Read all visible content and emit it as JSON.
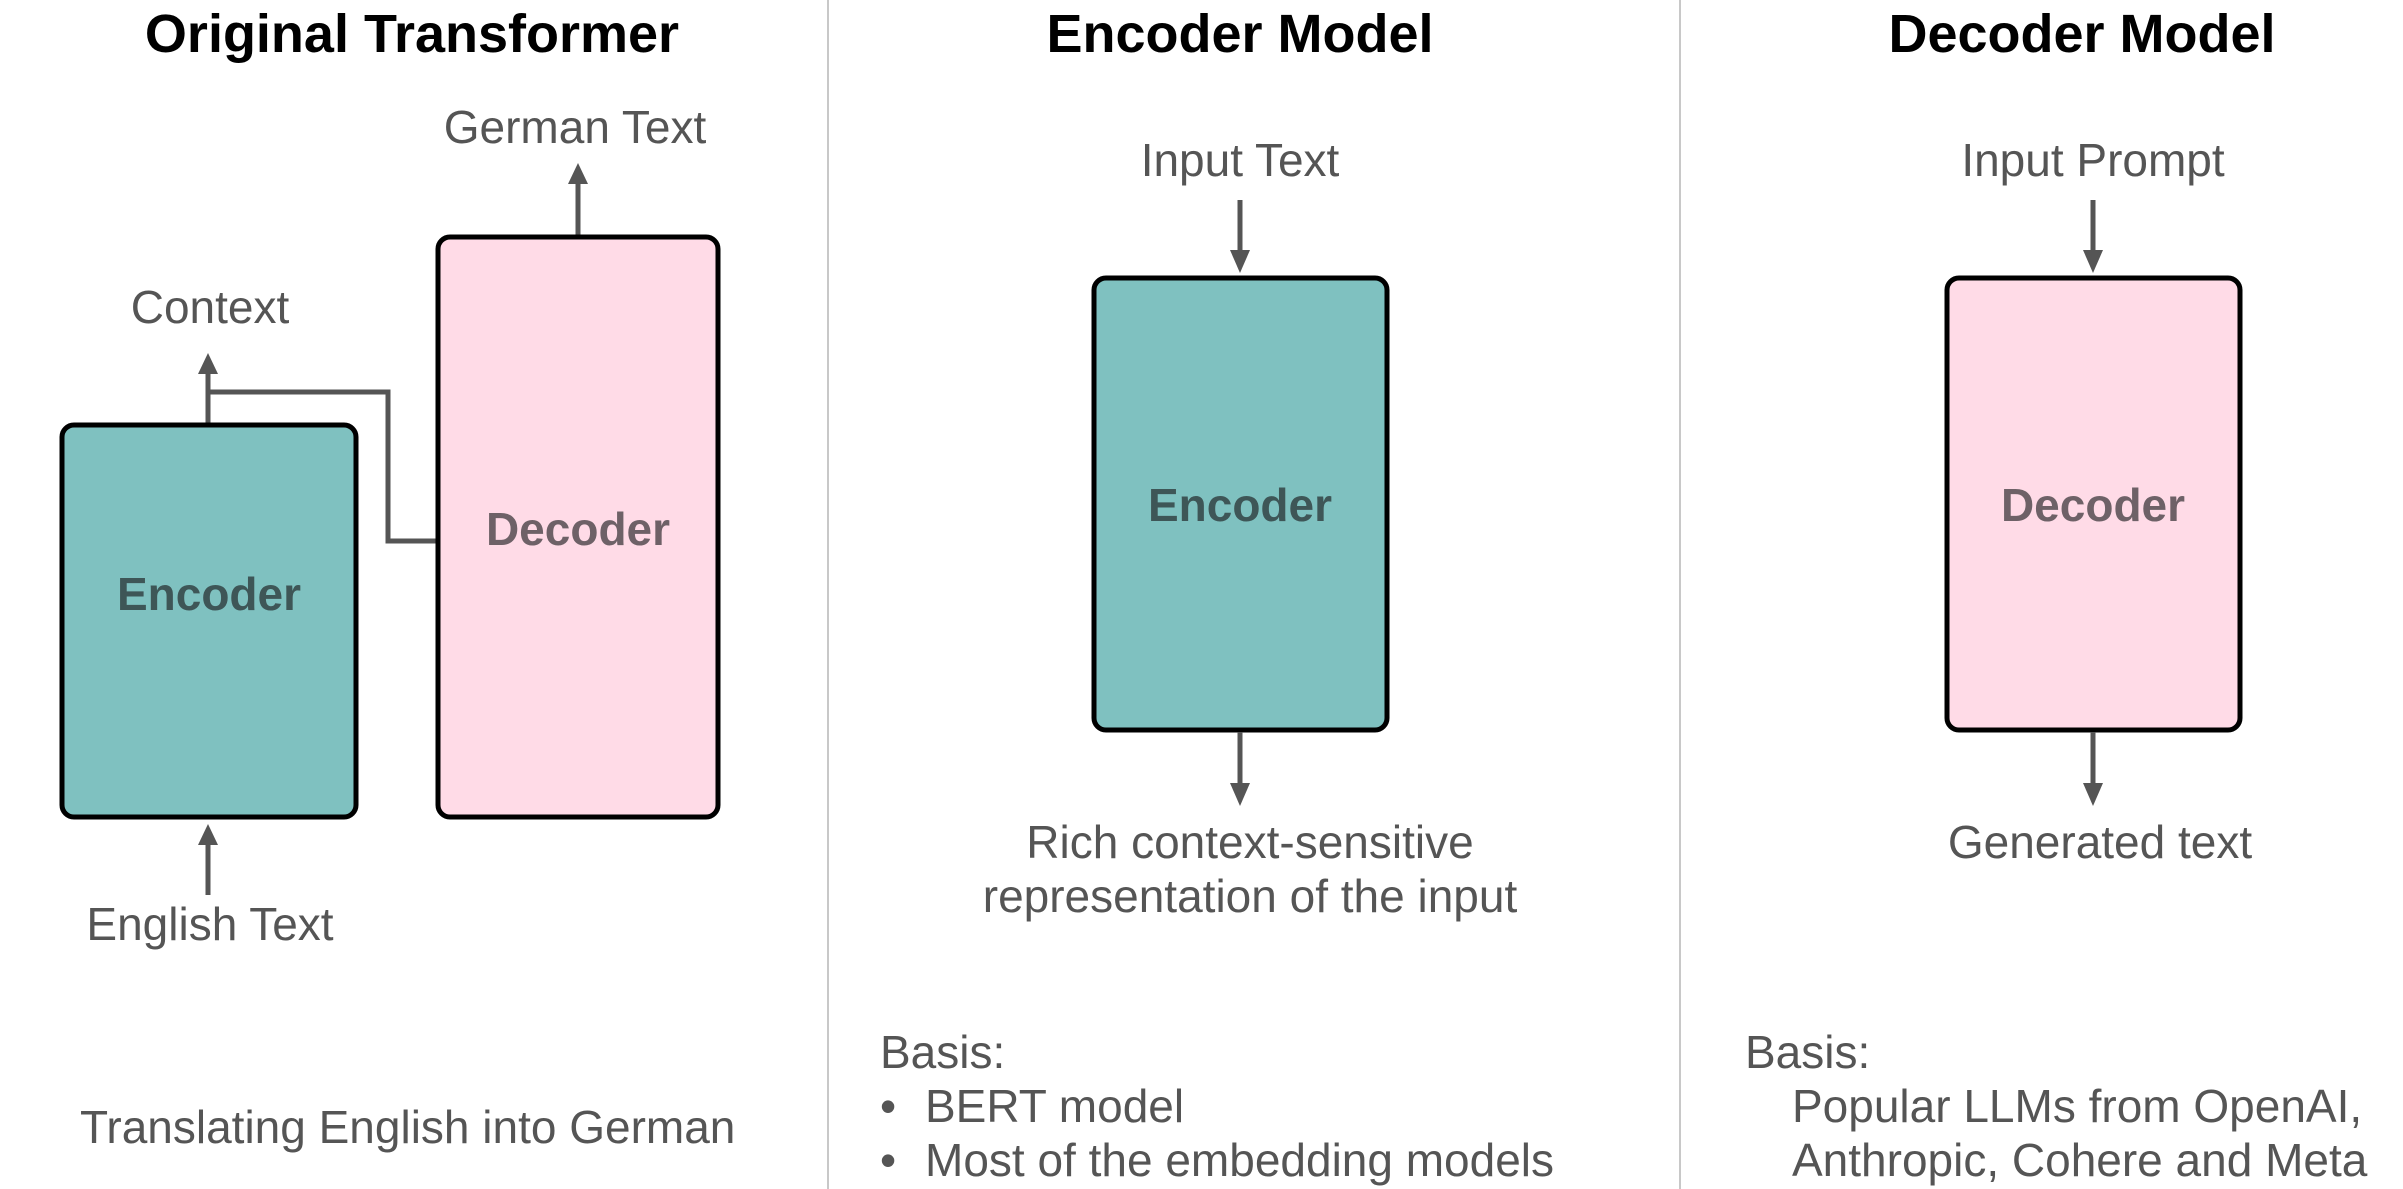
{
  "colors": {
    "encoder_fill": "#7fc1c0",
    "decoder_fill": "#ffdbe7",
    "arrow": "#555555"
  },
  "panels": {
    "original": {
      "title": "Original Transformer",
      "output_label": "German Text",
      "context_label": "Context",
      "input_label": "English Text",
      "encoder_label": "Encoder",
      "decoder_label": "Decoder",
      "caption": "Translating English into German"
    },
    "encoder_model": {
      "title": "Encoder Model",
      "input_label": "Input Text",
      "box_label": "Encoder",
      "output_line1": "Rich context-sensitive",
      "output_line2": "representation of the input",
      "basis_heading": "Basis:",
      "basis_items": [
        "BERT model",
        "Most of the embedding models"
      ]
    },
    "decoder_model": {
      "title": "Decoder Model",
      "input_label": "Input Prompt",
      "box_label": "Decoder",
      "output_label": "Generated text",
      "basis_heading": "Basis:",
      "basis_line1": "Popular LLMs from OpenAI,",
      "basis_line2": "Anthropic, Cohere and Meta"
    }
  }
}
